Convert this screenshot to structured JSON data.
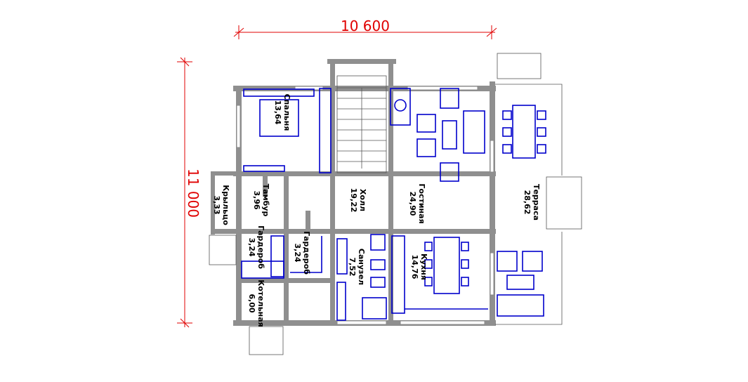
{
  "dimensions": {
    "width": "10 600",
    "height": "11 000"
  },
  "rooms": [
    {
      "name": "Спальня",
      "area": "13,64"
    },
    {
      "name": "Холл",
      "area": "19,22"
    },
    {
      "name": "Гостиная",
      "area": "24,90"
    },
    {
      "name": "Терраса",
      "area": "28,62"
    },
    {
      "name": "Тамбур",
      "area": "3,96"
    },
    {
      "name": "Крыльцо",
      "area": "3,33"
    },
    {
      "name": "Гардероб",
      "area": "3,24"
    },
    {
      "name": "Гардероб",
      "area": "3,24"
    },
    {
      "name": "Санузел",
      "area": "7,52"
    },
    {
      "name": "Кухня",
      "area": "14,76"
    },
    {
      "name": "Котельная",
      "area": "6,00"
    }
  ],
  "colors": {
    "walls": "#8f8f8f",
    "furniture": "#0000cc",
    "dimensions": "#e00000"
  }
}
